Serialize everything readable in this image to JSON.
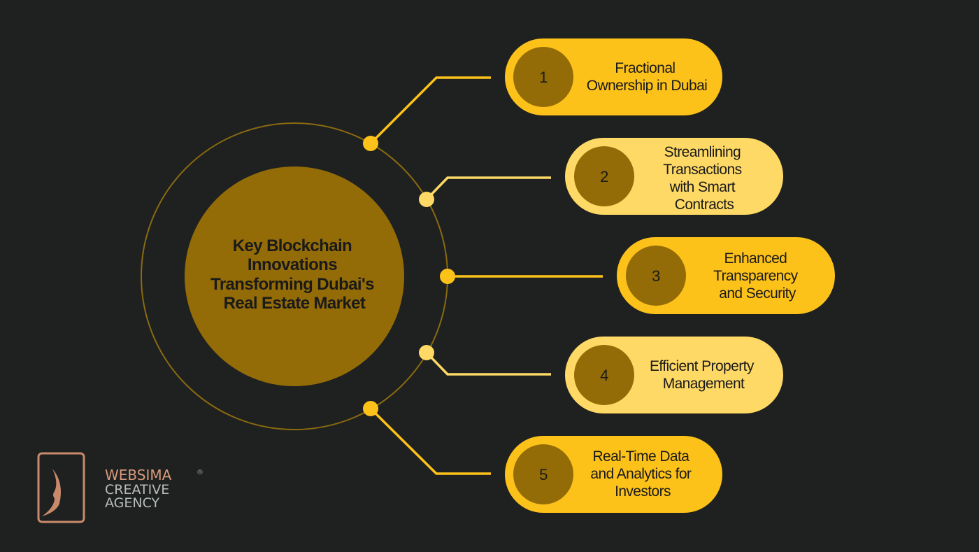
{
  "colors": {
    "background": "#1e2120",
    "yellow": "#fdc21a",
    "light_yellow": "#ffd965",
    "brown": "#946c07",
    "copper": "#d89a7c"
  },
  "center": {
    "lines": [
      "Key Blockchain",
      "Innovations",
      "Transforming Dubai's",
      "Real Estate Market"
    ]
  },
  "items": [
    {
      "number": "1",
      "lines": [
        "Fractional",
        "Ownership in Dubai"
      ]
    },
    {
      "number": "2",
      "lines": [
        "Streamlining",
        "Transactions",
        "with Smart",
        "Contracts"
      ]
    },
    {
      "number": "3",
      "lines": [
        "Enhanced",
        "Transparency",
        "and Security"
      ]
    },
    {
      "number": "4",
      "lines": [
        "Efficient Property",
        "Management"
      ]
    },
    {
      "number": "5",
      "lines": [
        "Real-Time Data",
        "and Analytics for",
        "Investors"
      ]
    }
  ],
  "logo": {
    "brand": "WEBSIMA",
    "reg": "®",
    "line2": "CREATIVE",
    "line3": "AGENCY"
  }
}
